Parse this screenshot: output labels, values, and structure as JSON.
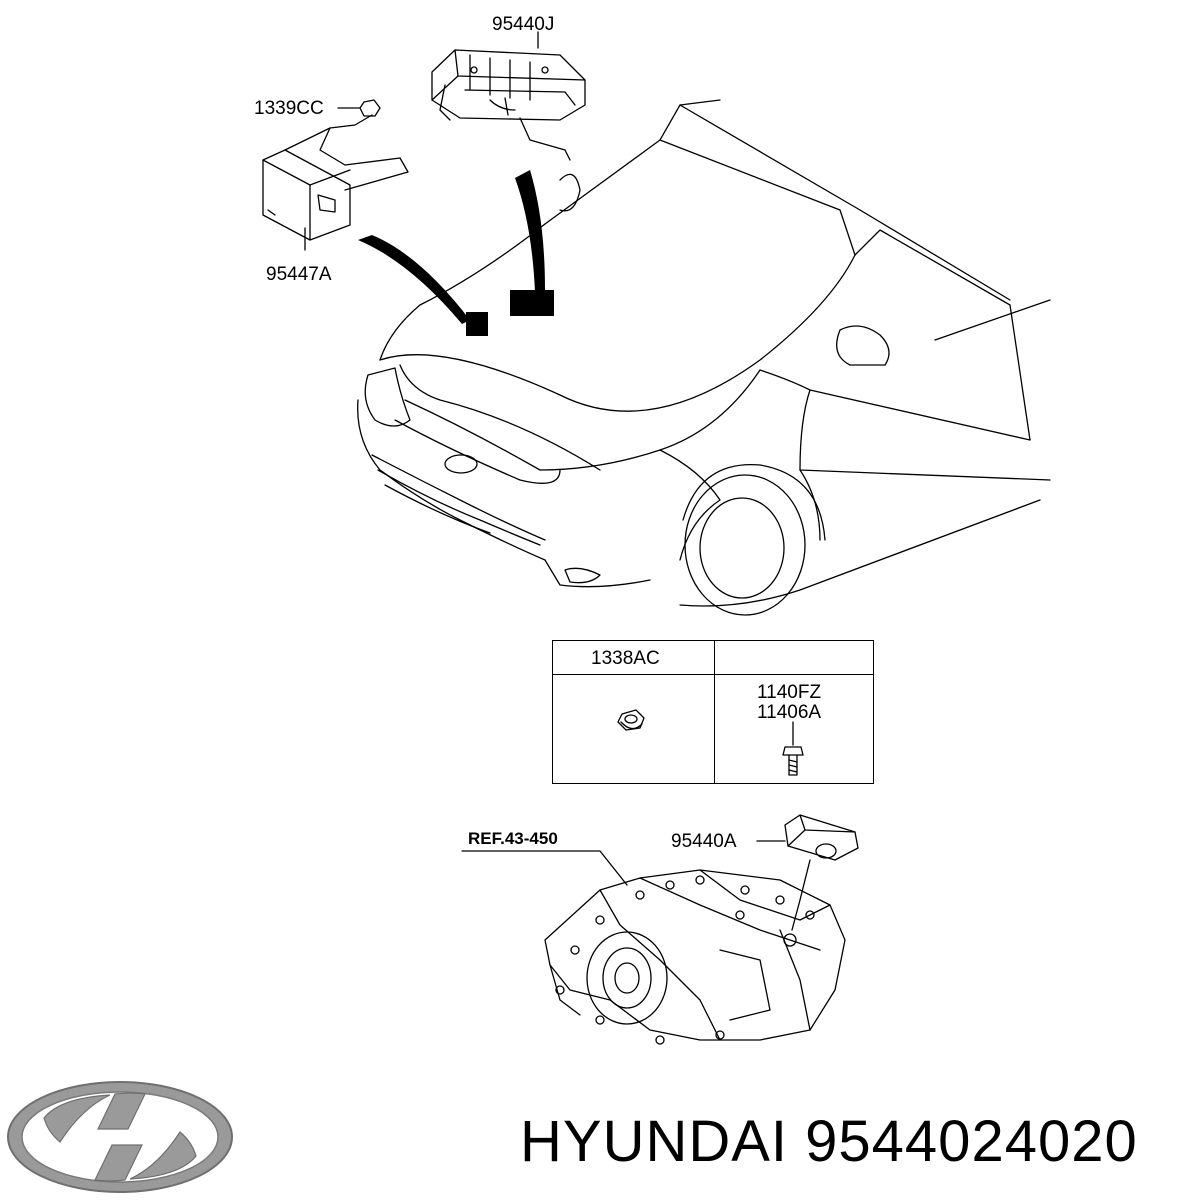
{
  "callouts": {
    "module_top": "95440J",
    "nut_top": "1339CC",
    "module_left": "95447A",
    "ref_transaxle": "REF.43-450",
    "module_transaxle": "95440A"
  },
  "fastener_table": {
    "col1_header": "1338AC",
    "col2_header": "",
    "col2_part_line1": "1140FZ",
    "col2_part_line2": "11406A"
  },
  "brand": {
    "name": "HYUNDAI",
    "part_number": "9544024020"
  }
}
